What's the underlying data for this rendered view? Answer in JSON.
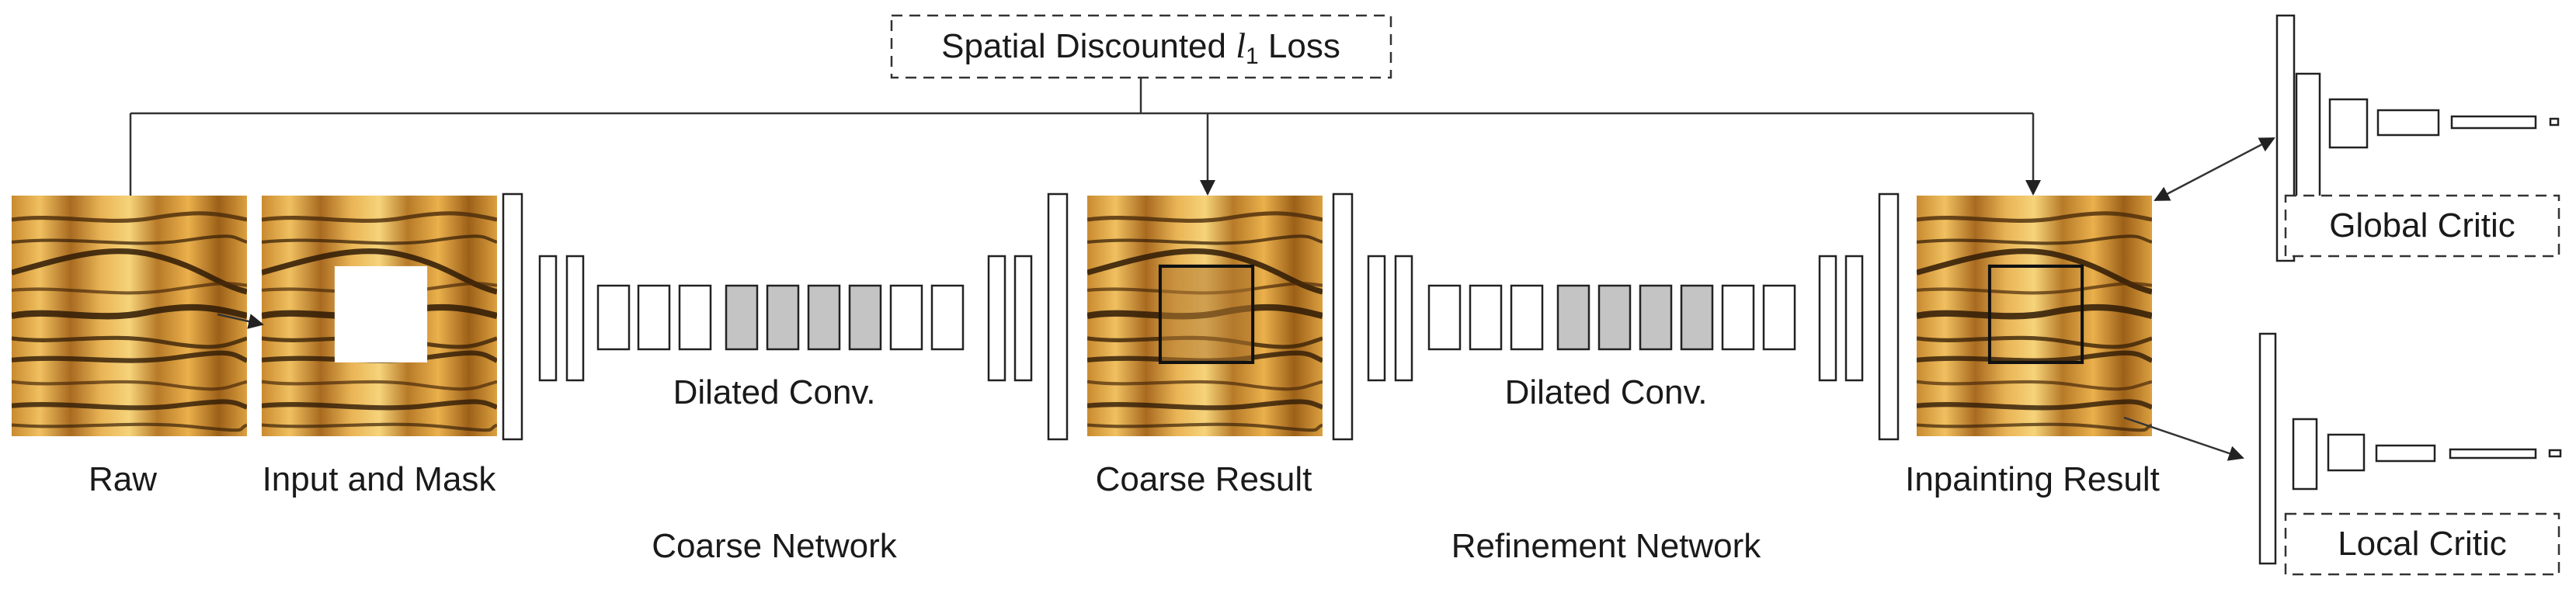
{
  "loss_box": {
    "prefix": "Spatial Discounted ",
    "symbol": "l",
    "subscript": "1",
    "suffix": " Loss"
  },
  "labels": {
    "raw": "Raw",
    "input_mask": "Input and Mask",
    "coarse_result": "Coarse Result",
    "inpainting_result": "Inpainting Result",
    "dilated_conv_1": "Dilated Conv.",
    "dilated_conv_2": "Dilated Conv.",
    "coarse_network": "Coarse Network",
    "refinement_network": "Refinement Network"
  },
  "critics": {
    "global": "Global Critic",
    "local": "Local Critic"
  },
  "colors": {
    "seismic_bright": "#e8b04a",
    "seismic_mid": "#b97a2a",
    "seismic_dark": "#3a2208",
    "dilated_fill": "#c4c4c4",
    "line": "#333333"
  }
}
